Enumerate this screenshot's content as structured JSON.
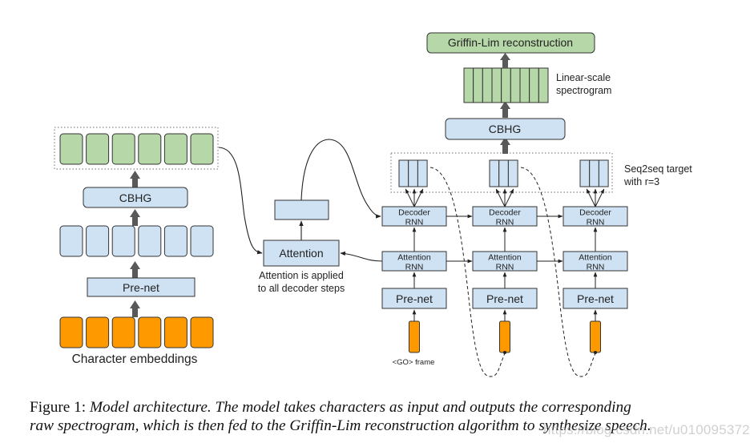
{
  "figure": {
    "colors": {
      "green_fill": "#b6d7a8",
      "blue_fill": "#cfe2f3",
      "orange_fill": "#ff9900",
      "stroke": "#333333",
      "thick_arrow": "#595959"
    },
    "encoder": {
      "output_cells": 6,
      "cbhg_label": "CBHG",
      "hidden_cells": 6,
      "prenet_label": "Pre-net",
      "embedding_cells": 6,
      "embeddings_label": "Character embeddings"
    },
    "attention": {
      "label": "Attention",
      "note_line1": "Attention is applied",
      "note_line2": "to all decoder steps"
    },
    "decoder": {
      "steps": 3,
      "decoder_rnn_line1": "Decoder",
      "decoder_rnn_line2": "RNN",
      "attention_rnn_line1": "Attention",
      "attention_rnn_line2": "RNN",
      "prenet_label": "Pre-net",
      "go_frame_label": "<GO> frame",
      "target_label_line1": "Seq2seq target",
      "target_label_line2": "with r=3",
      "frames_per_step": 3
    },
    "postnet": {
      "cbhg_label": "CBHG",
      "spectrogram_label_line1": "Linear-scale",
      "spectrogram_label_line2": "spectrogram",
      "spectrogram_columns": 9,
      "griffin_lim_label": "Griffin-Lim reconstruction"
    }
  },
  "caption": {
    "prefix": "Figure 1:",
    "line1_italic": "Model architecture.  The model takes characters as input and outputs the corresponding",
    "line2_italic": "raw spectrogram, which is then fed to the Griffin-Lim reconstruction algorithm to synthesize speech."
  },
  "watermark": "https://blog.csdn.net/u010095372"
}
